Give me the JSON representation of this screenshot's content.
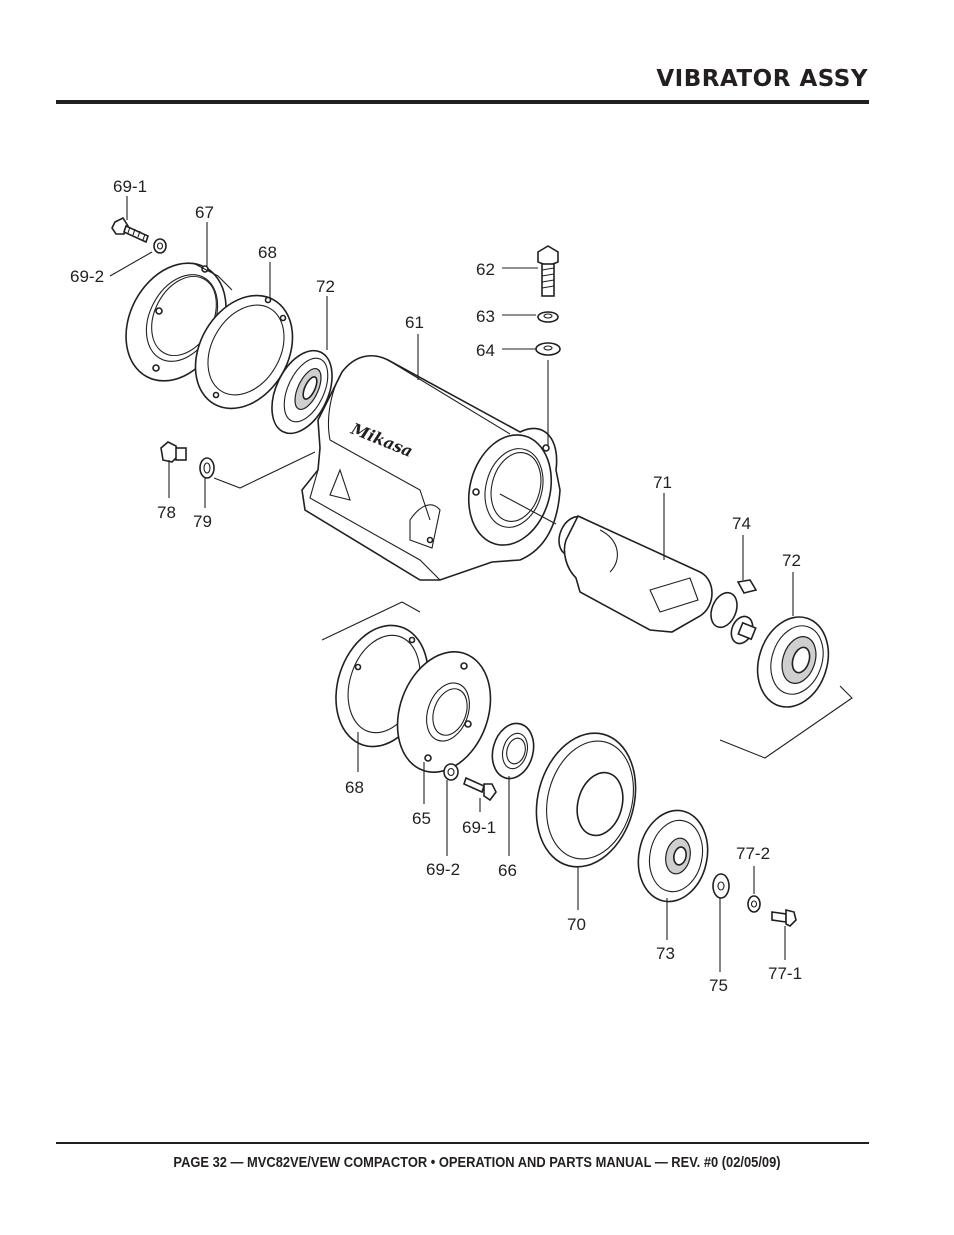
{
  "header": {
    "title": "VIBRATOR ASSY"
  },
  "footer": {
    "text": "PAGE 32 — MVC82VE/VEW COMPACTOR • OPERATION AND PARTS MANUAL — REV. #0 (02/05/09)"
  },
  "diagram": {
    "logo_text": "Mikasa",
    "labels": {
      "p69_1_top": "69-1",
      "p67": "67",
      "p69_2_top": "69-2",
      "p68_top": "68",
      "p72_top": "72",
      "p61": "61",
      "p62": "62",
      "p63": "63",
      "p64": "64",
      "p78": "78",
      "p79": "79",
      "p71": "71",
      "p74": "74",
      "p72_right": "72",
      "p68_bottom": "68",
      "p65": "65",
      "p69_1_bottom": "69-1",
      "p69_2_bottom": "69-2",
      "p66": "66",
      "p70": "70",
      "p73": "73",
      "p75": "75",
      "p77_2": "77-2",
      "p77_1": "77-1"
    }
  }
}
